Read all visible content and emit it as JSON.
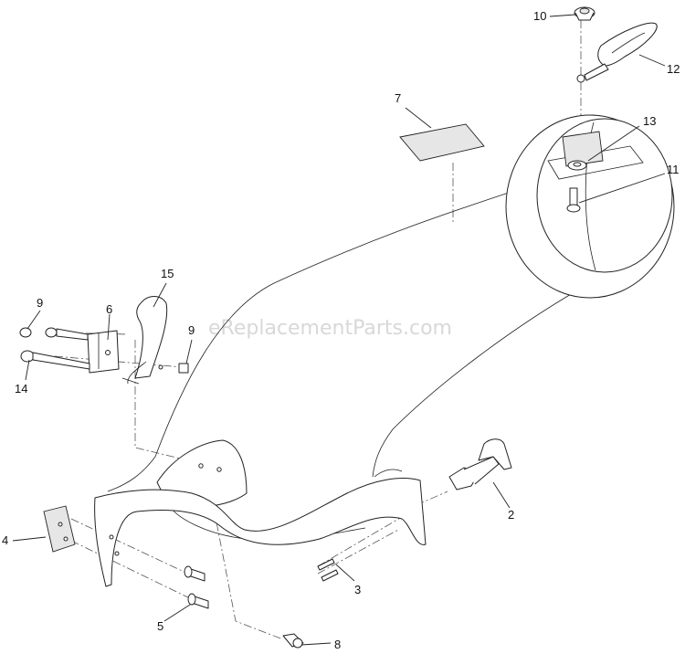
{
  "watermark": "eReplacementParts.com",
  "callouts": [
    "10",
    "12",
    "7",
    "13",
    "11",
    "15",
    "9",
    "6",
    "9",
    "14",
    "4",
    "2",
    "3",
    "5",
    "8"
  ]
}
